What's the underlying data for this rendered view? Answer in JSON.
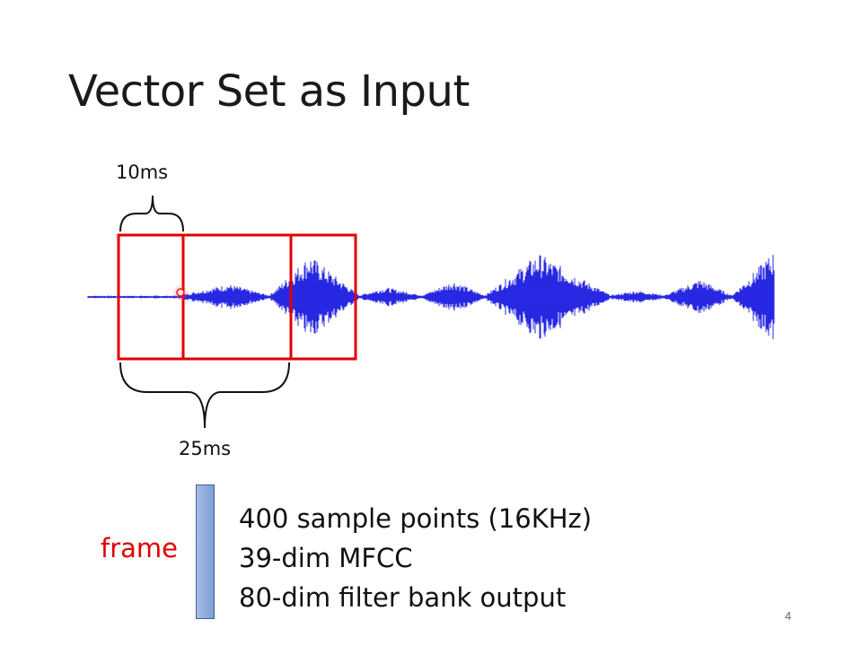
{
  "slide": {
    "title": "Vector Set as Input",
    "page_number": "4"
  },
  "diagram": {
    "shift_label": "10ms",
    "window_label": "25ms",
    "frame_label": "frame",
    "frame_color": "#e00000",
    "waveform_color": "#1010e0",
    "feature_lines": [
      "400 sample points (16KHz)",
      "39-dim MFCC",
      "80-dim filter bank output"
    ]
  }
}
